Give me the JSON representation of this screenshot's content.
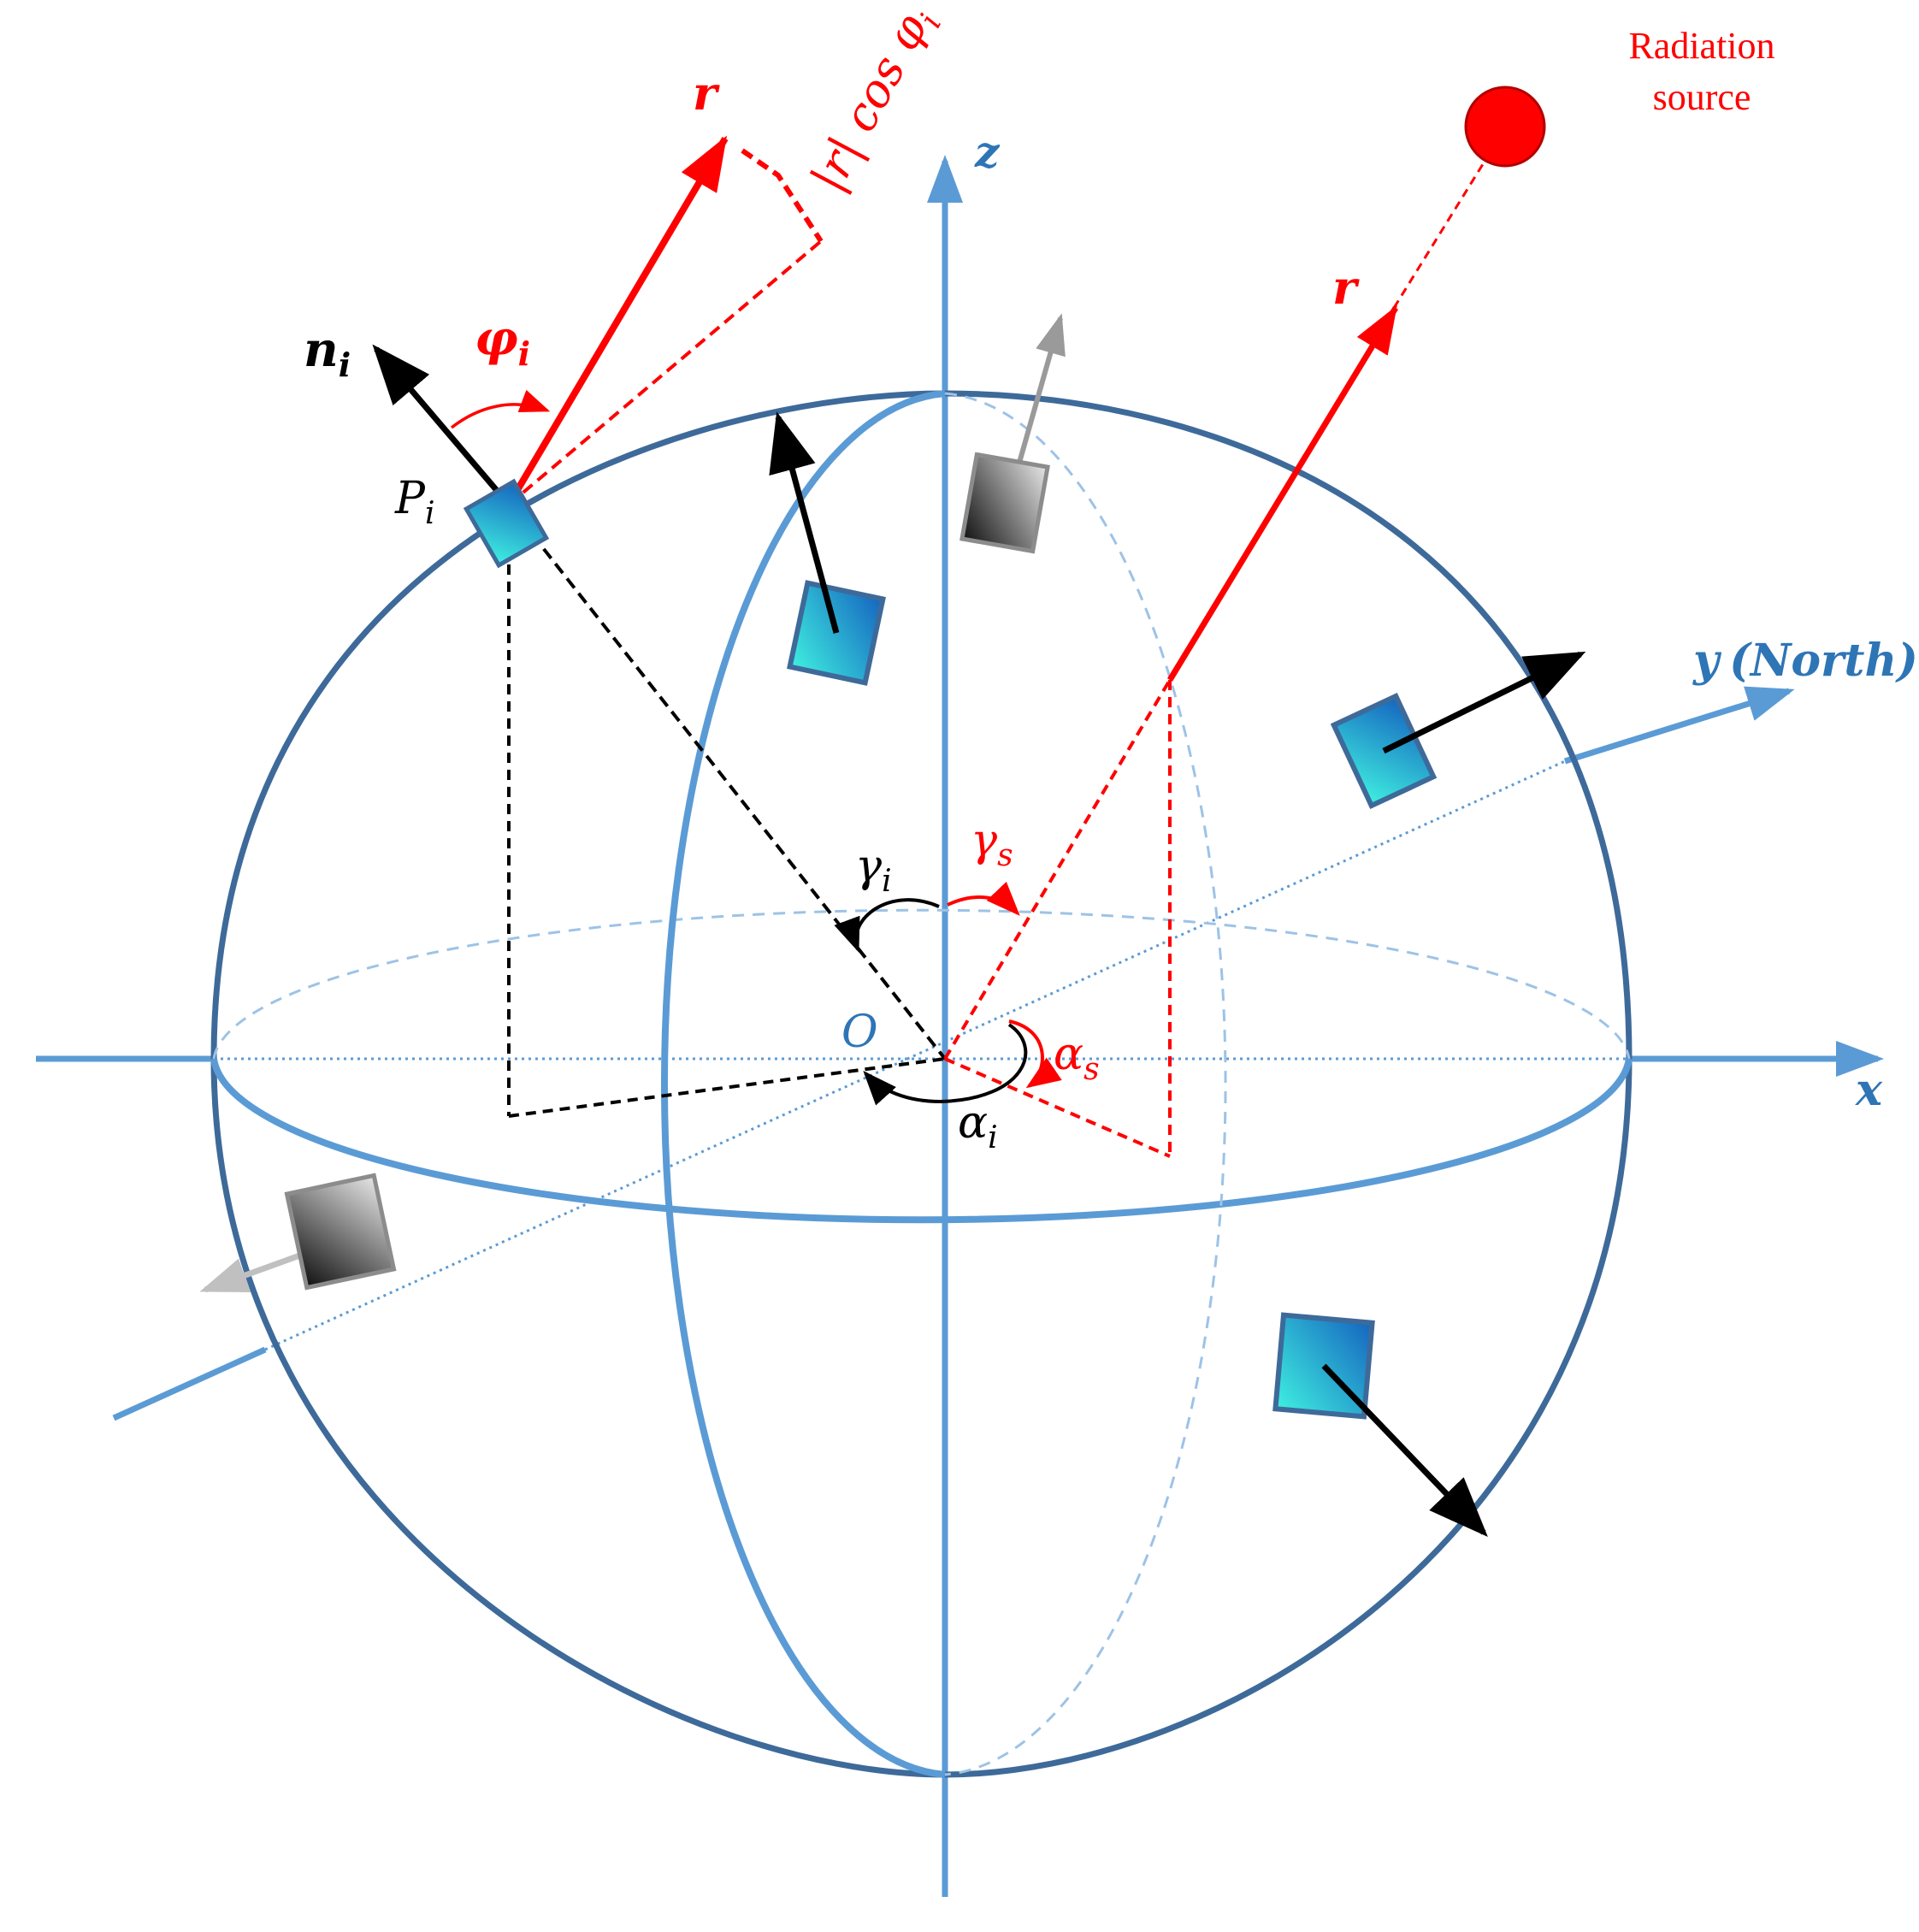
{
  "source": {
    "label_line1": "Radiation",
    "label_line2": "source"
  },
  "labels": {
    "z_axis": "z",
    "x_axis": "x",
    "y_axis": "y",
    "y_north": "(North)",
    "origin": "O",
    "r_left": "r",
    "r_right": "r",
    "projection": "|r| cos φ",
    "projection_sub": "i",
    "phi": "φ",
    "phi_sub": "i",
    "normal": "n",
    "normal_sub": "i",
    "point": "P",
    "point_sub": "i",
    "gamma_i": "γ",
    "gamma_i_sub": "i",
    "gamma_s": "γ",
    "gamma_s_sub": "s",
    "alpha_s": "α",
    "alpha_s_sub": "s",
    "alpha_i": "α",
    "alpha_i_sub": "i"
  },
  "colors": {
    "axis_blue": "#5b9bd5",
    "sphere_dark": "#3e6a9a",
    "red": "#ff0000",
    "black": "#000000",
    "label_blue": "#2e75b6"
  },
  "panel_icons": [
    "blue-panel-icon",
    "gray-panel-icon"
  ]
}
